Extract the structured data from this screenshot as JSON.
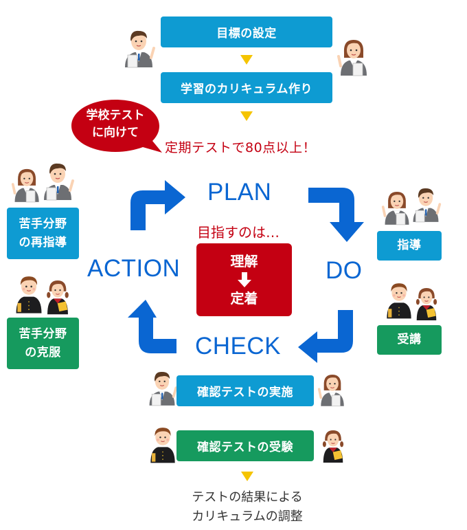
{
  "colors": {
    "blue_box": "#0e9bd2",
    "green_box": "#169a5e",
    "cycle_blue": "#0a66d2",
    "red": "#c40012",
    "yellow_arrow": "#f5c400",
    "body_text": "#333333"
  },
  "top": {
    "goal_setting": "目標の設定",
    "curriculum": "学習のカリキュラム作り",
    "bubble_line1": "学校テスト",
    "bubble_line2": "に向けて",
    "target": "定期テストで80点以上！"
  },
  "cycle": {
    "plan": "PLAN",
    "do": "DO",
    "check": "CHECK",
    "action": "ACTION"
  },
  "center": {
    "aim_label": "目指すのは…",
    "understanding": "理解",
    "arrow": "down-arrow-icon",
    "retention": "定着"
  },
  "left": {
    "reteach_line1": "苦手分野",
    "reteach_line2": "の再指導",
    "overcome_line1": "苦手分野",
    "overcome_line2": "の克服"
  },
  "right": {
    "teaching": "指導",
    "attending": "受講"
  },
  "bottom": {
    "test_conduct": "確認テストの実施",
    "test_take": "確認テストの受験",
    "result_line1": "テストの結果による",
    "result_line2": "カリキュラムの調整"
  },
  "icons": {
    "teacher": "teacher-illustration",
    "student": "student-illustration",
    "flow_arrow": "yellow-triangle-down-icon"
  }
}
